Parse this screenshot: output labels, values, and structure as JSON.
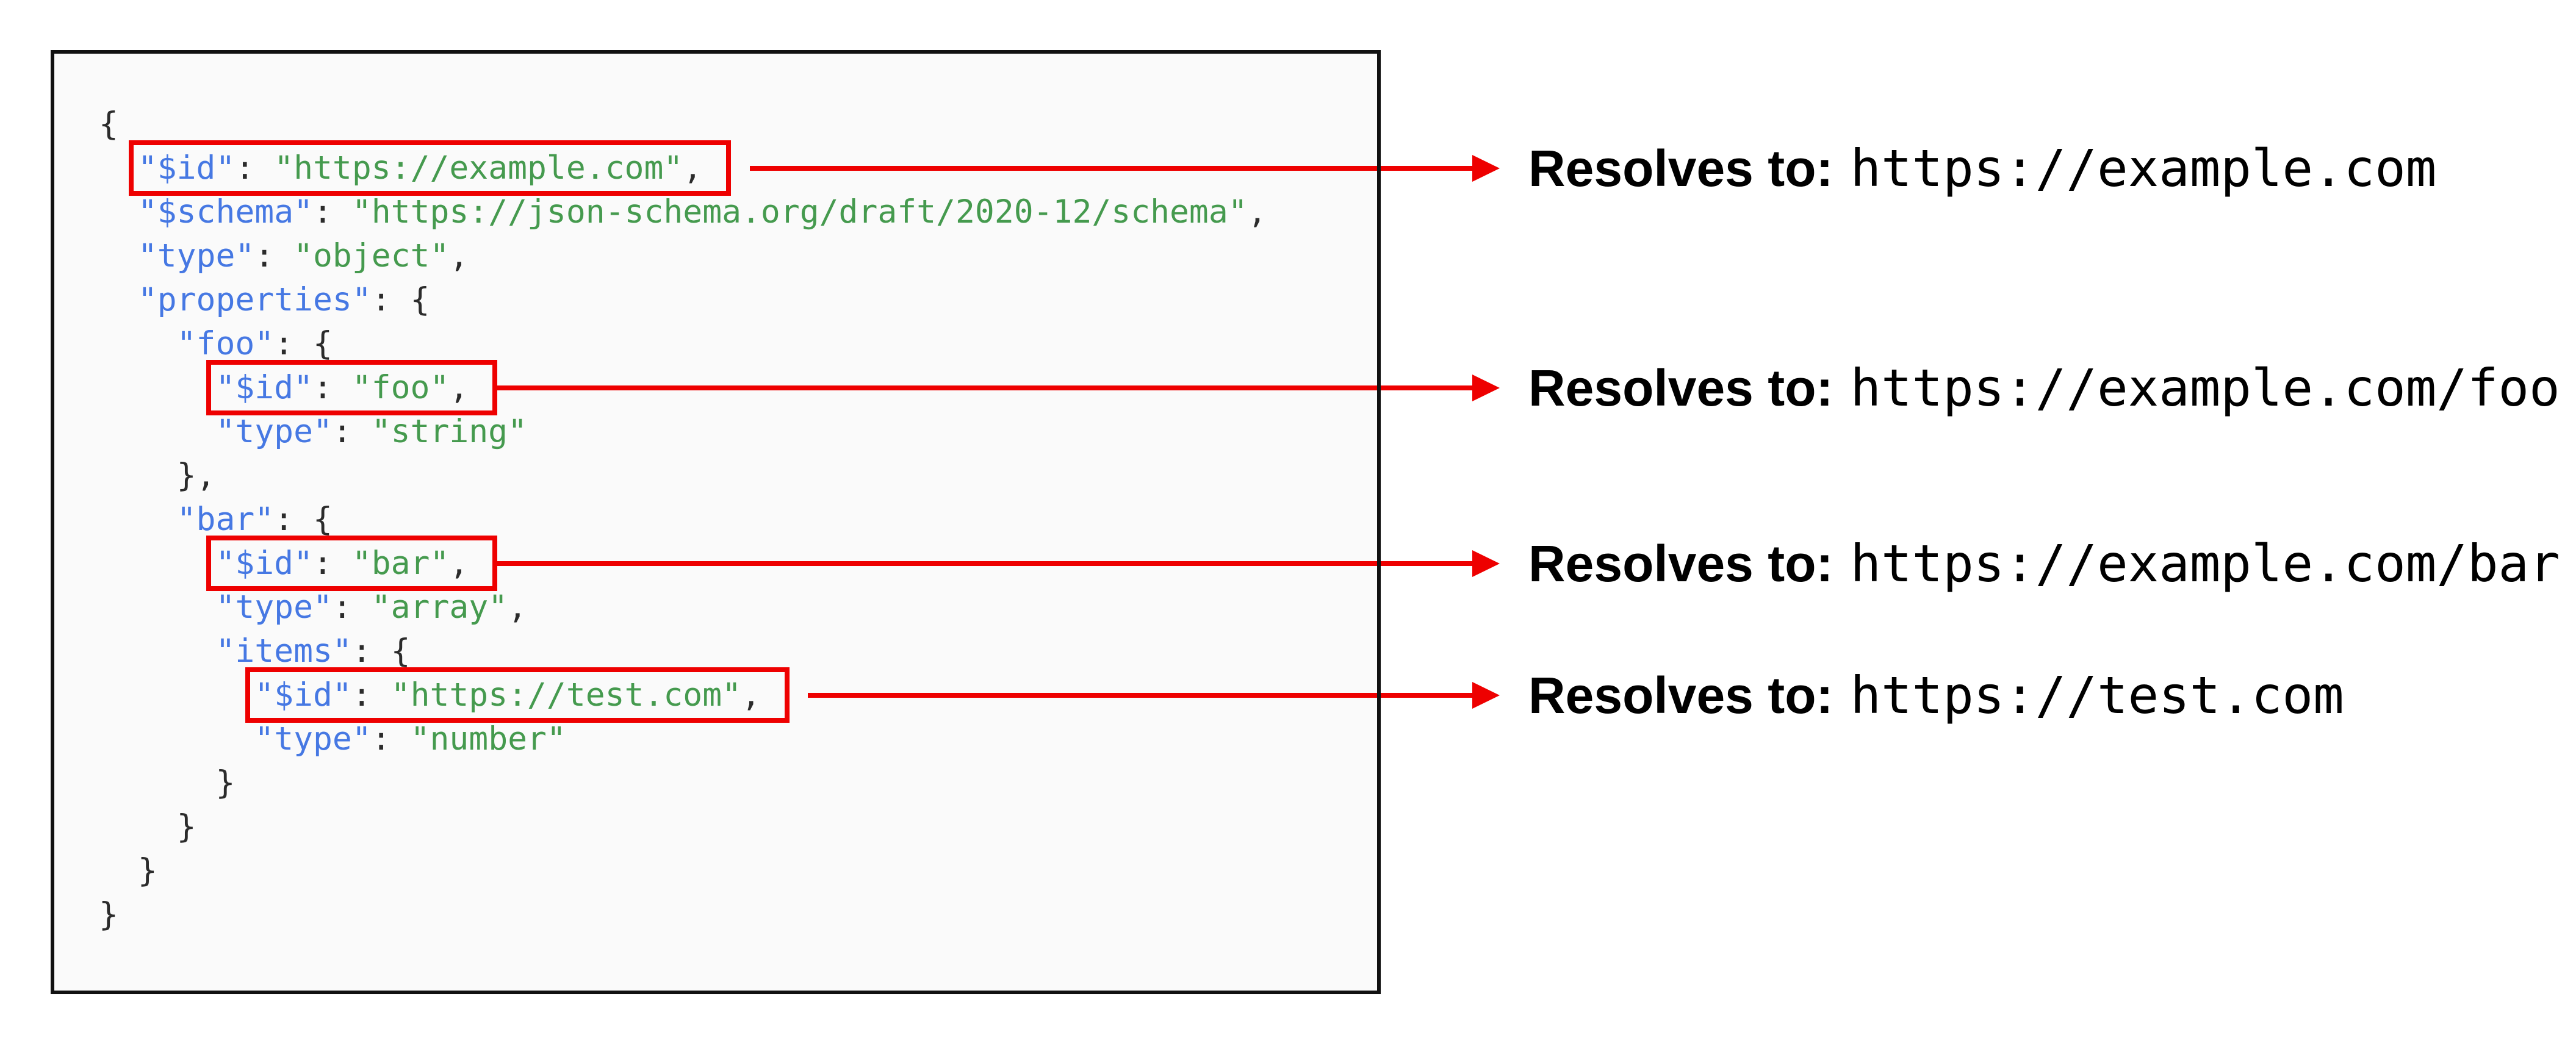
{
  "colors": {
    "key": "#4678e3",
    "string": "#459a4e",
    "punctuation": "#2b2b2b",
    "highlight_red": "#ee0000",
    "panel_background": "#fafafa",
    "panel_border": "#111111",
    "annotation_text": "#000000",
    "page_background": "#ffffff"
  },
  "code": {
    "lines": [
      {
        "t": [
          [
            "p",
            "{"
          ]
        ]
      },
      {
        "i": "  ",
        "box": true,
        "t": [
          [
            "k",
            "\"$id\""
          ],
          [
            "p",
            ": "
          ],
          [
            "s",
            "\"https://example.com\""
          ],
          [
            "p",
            ", "
          ]
        ]
      },
      {
        "i": "  ",
        "t": [
          [
            "k",
            "\"$schema\""
          ],
          [
            "p",
            ": "
          ],
          [
            "s",
            "\"https://json-schema.org/draft/2020-12/schema\""
          ],
          [
            "p",
            ","
          ]
        ]
      },
      {
        "i": "  ",
        "t": [
          [
            "k",
            "\"type\""
          ],
          [
            "p",
            ": "
          ],
          [
            "s",
            "\"object\""
          ],
          [
            "p",
            ","
          ]
        ]
      },
      {
        "i": "  ",
        "t": [
          [
            "k",
            "\"properties\""
          ],
          [
            "p",
            ": {"
          ]
        ]
      },
      {
        "i": "    ",
        "t": [
          [
            "k",
            "\"foo\""
          ],
          [
            "p",
            ": {"
          ]
        ]
      },
      {
        "i": "      ",
        "box": true,
        "t": [
          [
            "k",
            "\"$id\""
          ],
          [
            "p",
            ": "
          ],
          [
            "s",
            "\"foo\""
          ],
          [
            "p",
            ", "
          ]
        ]
      },
      {
        "i": "      ",
        "t": [
          [
            "k",
            "\"type\""
          ],
          [
            "p",
            ": "
          ],
          [
            "s",
            "\"string\""
          ]
        ]
      },
      {
        "i": "    ",
        "t": [
          [
            "p",
            "},"
          ]
        ]
      },
      {
        "i": "    ",
        "t": [
          [
            "k",
            "\"bar\""
          ],
          [
            "p",
            ": {"
          ]
        ]
      },
      {
        "i": "      ",
        "box": true,
        "t": [
          [
            "k",
            "\"$id\""
          ],
          [
            "p",
            ": "
          ],
          [
            "s",
            "\"bar\""
          ],
          [
            "p",
            ", "
          ]
        ]
      },
      {
        "i": "      ",
        "t": [
          [
            "k",
            "\"type\""
          ],
          [
            "p",
            ": "
          ],
          [
            "s",
            "\"array\""
          ],
          [
            "p",
            ","
          ]
        ]
      },
      {
        "i": "      ",
        "t": [
          [
            "k",
            "\"items\""
          ],
          [
            "p",
            ": {"
          ]
        ]
      },
      {
        "i": "        ",
        "box": true,
        "t": [
          [
            "k",
            "\"$id\""
          ],
          [
            "p",
            ": "
          ],
          [
            "s",
            "\"https://test.com\""
          ],
          [
            "p",
            ", "
          ]
        ]
      },
      {
        "i": "        ",
        "t": [
          [
            "k",
            "\"type\""
          ],
          [
            "p",
            ": "
          ],
          [
            "s",
            "\"number\""
          ]
        ]
      },
      {
        "i": "      ",
        "t": [
          [
            "p",
            "}"
          ]
        ]
      },
      {
        "i": "    ",
        "t": [
          [
            "p",
            "}"
          ]
        ]
      },
      {
        "i": "  ",
        "t": [
          [
            "p",
            "}"
          ]
        ]
      },
      {
        "t": [
          [
            "p",
            "}"
          ]
        ]
      }
    ]
  },
  "annotations": [
    {
      "label": "Resolves to:",
      "value": "https://example.com"
    },
    {
      "label": "Resolves to:",
      "value": "https://example.com/foo"
    },
    {
      "label": "Resolves to:",
      "value": "https://example.com/bar"
    },
    {
      "label": "Resolves to:",
      "value": "https://test.com"
    }
  ]
}
